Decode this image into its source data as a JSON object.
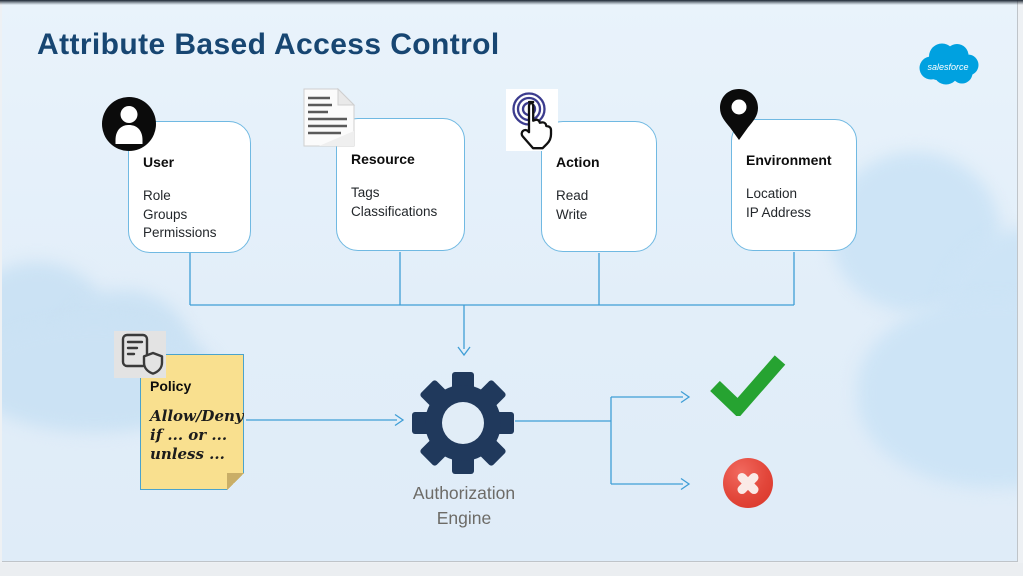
{
  "slide": {
    "title": "Attribute Based Access Control",
    "logo_text": "salesforce"
  },
  "cards": [
    {
      "heading": "User",
      "icon": "user-icon",
      "items": [
        "Role",
        "Groups",
        "Permissions"
      ]
    },
    {
      "heading": "Resource",
      "icon": "document-icon",
      "items": [
        "Tags",
        "Classifications"
      ]
    },
    {
      "heading": "Action",
      "icon": "tap-icon",
      "items": [
        "Read",
        "Write"
      ]
    },
    {
      "heading": "Environment",
      "icon": "location-pin-icon",
      "items": [
        "Location",
        "IP Address"
      ]
    }
  ],
  "policy": {
    "heading": "Policy",
    "icon": "policy-document-shield-icon",
    "lines": [
      "Allow/Deny",
      "if ... or ...",
      "unless ..."
    ]
  },
  "engine": {
    "line1": "Authorization",
    "line2": "Engine",
    "icon": "gear-icon"
  },
  "outcomes": [
    {
      "name": "allow",
      "icon": "check-icon"
    },
    {
      "name": "deny",
      "icon": "cross-icon"
    }
  ],
  "colors": {
    "title_navy": "#174672",
    "connector_blue": "#3f9ed6",
    "card_border_blue": "#70b9e2",
    "gear_navy": "#20395c",
    "allow_green": "#26a331",
    "deny_red": "#dd3c30",
    "note_yellow": "#f9e08f",
    "logo_blue": "#00a1e0"
  }
}
